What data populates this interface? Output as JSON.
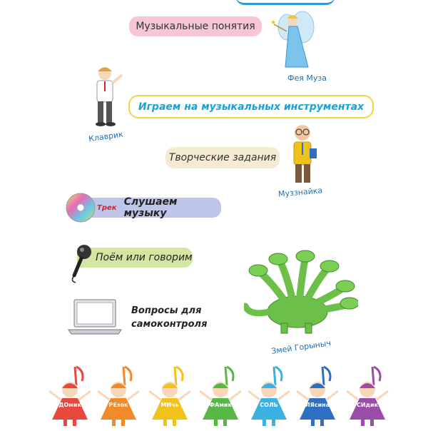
{
  "legend": {
    "music_concepts": "Музыкальные понятия",
    "play_instruments": "Играем на музыкальных инструментах",
    "creative_tasks": "Творческие задания",
    "track_tag": "Трек",
    "listen_music": "Слушаем музыку",
    "sing_or_speak": "Поём или говорим",
    "self_check_line1": "Вопросы для",
    "self_check_line2": "самоконтроля"
  },
  "characters": {
    "fairy": "Фея Муза",
    "klavrik": "Клаврик",
    "muzznaika": "Муззнайка",
    "zmei": "Змей Горыныч"
  },
  "notes": [
    {
      "label": "ДОмик",
      "color": "#e8473c"
    },
    {
      "label": "РЕзок",
      "color": "#f08a2a"
    },
    {
      "label": "МИчь",
      "color": "#f2c21c"
    },
    {
      "label": "ФАмик",
      "color": "#58b847"
    },
    {
      "label": "СОЛЬ",
      "color": "#3ab1e0"
    },
    {
      "label": "ЛЯсина",
      "color": "#2f6fc2"
    },
    {
      "label": "СИдик",
      "color": "#9b4ea8"
    }
  ],
  "colors": {
    "pink": "#f6c6d6",
    "yellow_border": "#f2d34a",
    "beige": "#f5ebd3",
    "blue": "#bdc6e8",
    "green": "#d4e7a2",
    "accent_blue": "#1aa0dc"
  }
}
